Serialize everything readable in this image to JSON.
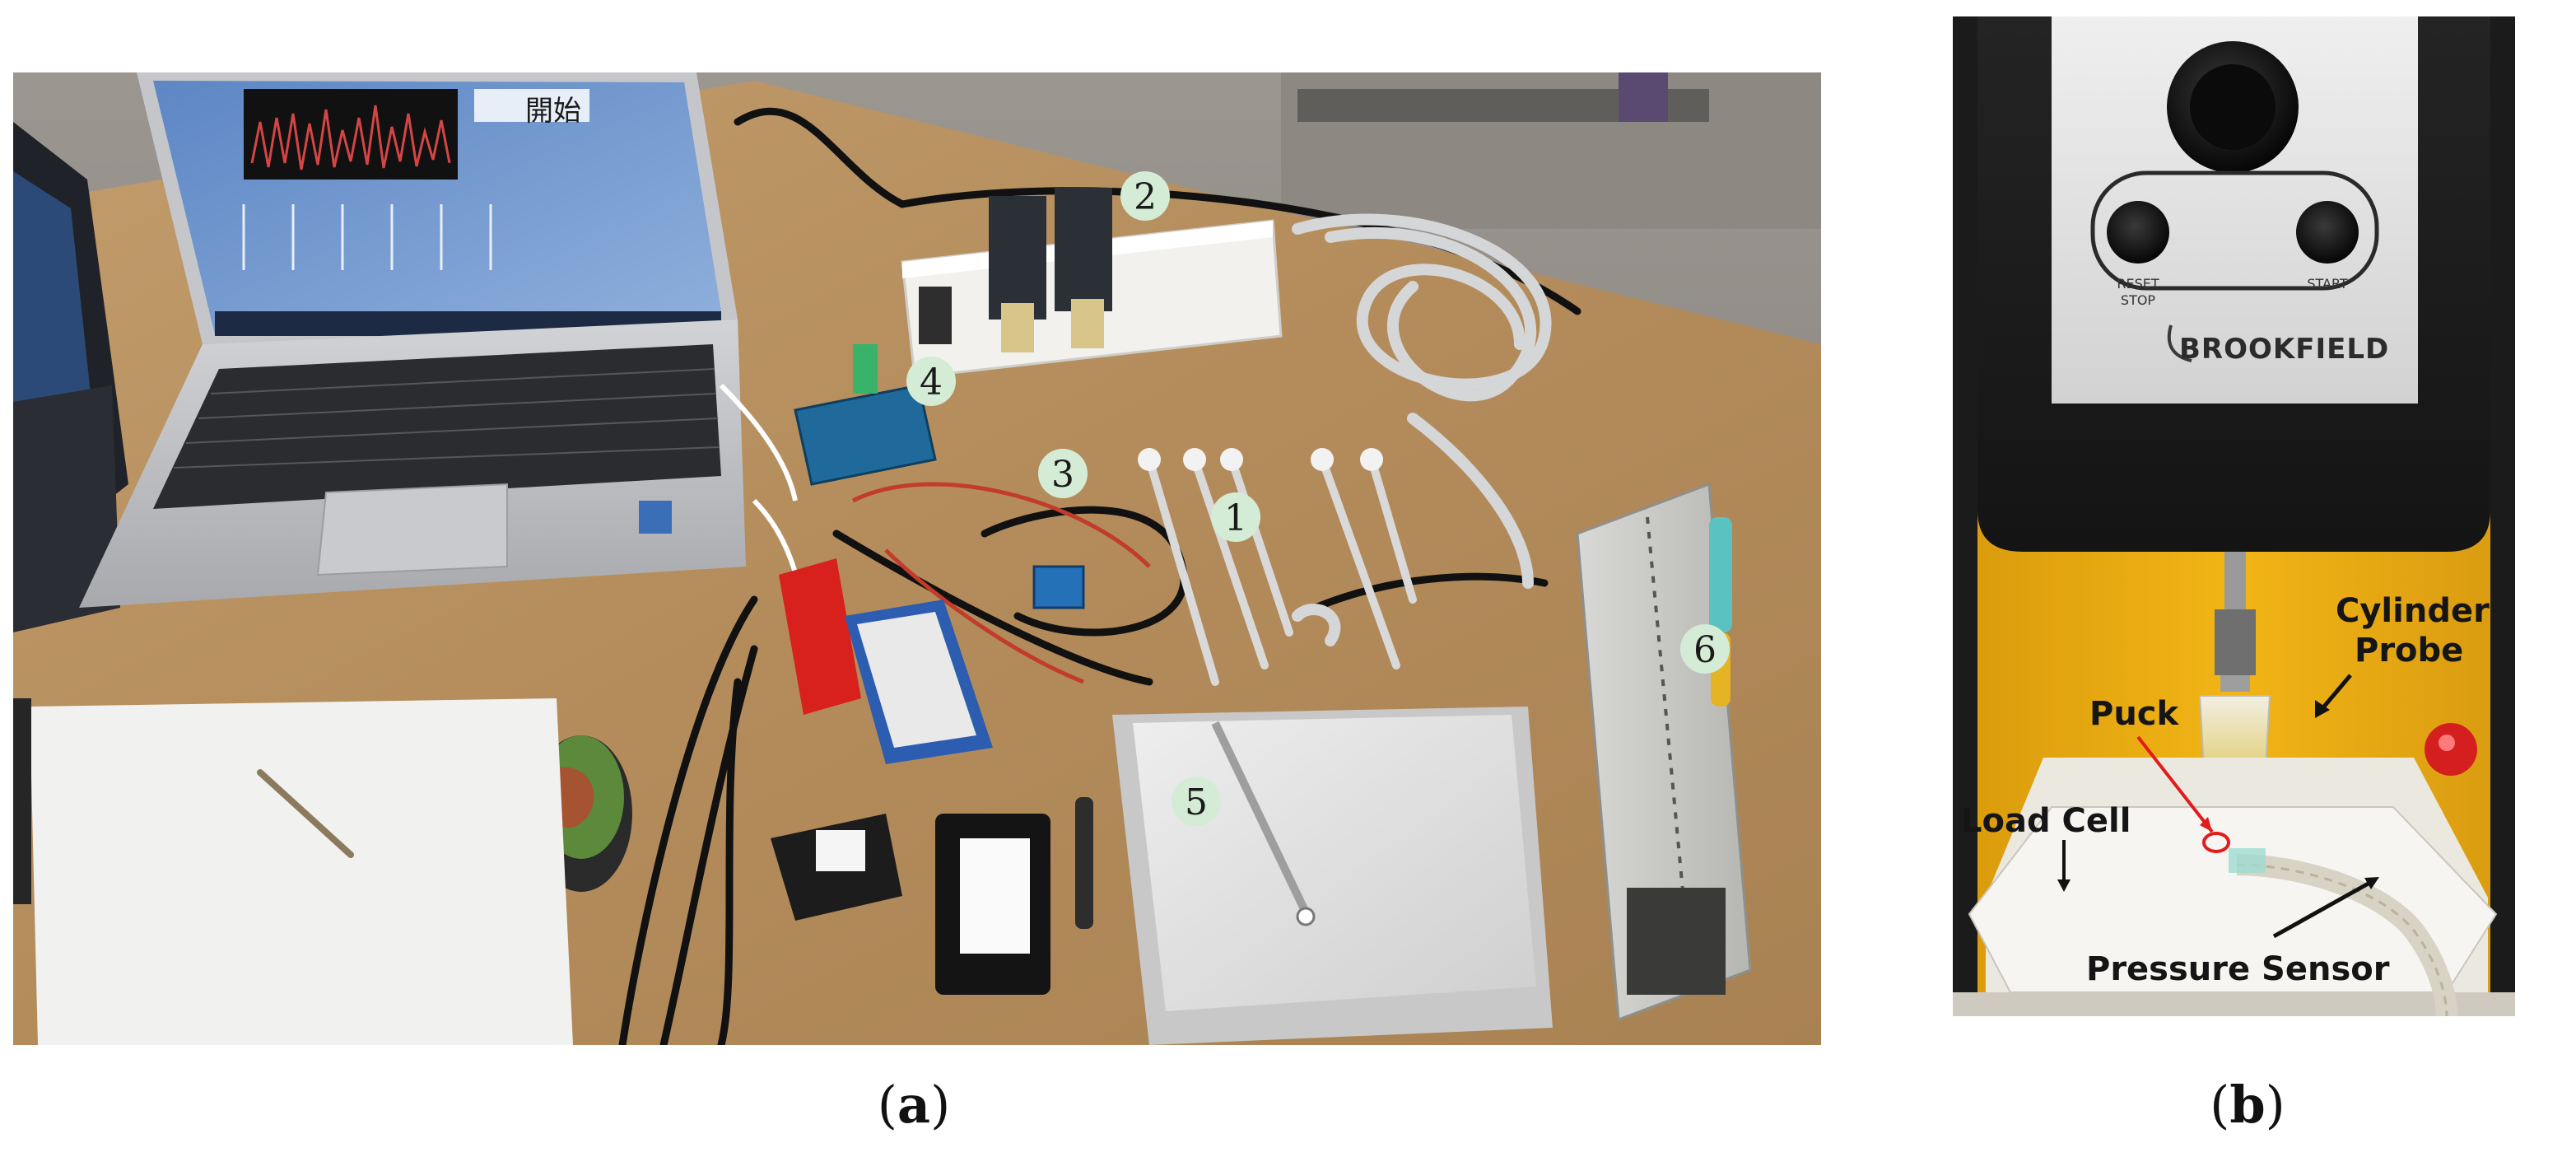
{
  "figure": {
    "panel_a": {
      "caption_open": "(",
      "caption_letter": "a",
      "caption_close": ")",
      "screen_text": "開始",
      "markers": [
        "1",
        "2",
        "3",
        "4",
        "5",
        "6"
      ]
    },
    "panel_b": {
      "caption_open": "(",
      "caption_letter": "b",
      "caption_close": ")",
      "brand": "BROOKFIELD",
      "button_left_line1": "RESET",
      "button_left_line2": "STOP",
      "button_right": "START",
      "labels": {
        "cylinder_line1": "Cylinder",
        "cylinder_line2": "Probe",
        "puck": "Puck",
        "load_cell": "Load Cell",
        "pressure_sensor": "Pressure Sensor"
      }
    }
  },
  "colors": {
    "table": "#b08a5c",
    "marker_fill": "#d4ecd6",
    "machine_yellow": "#f2b515",
    "pointer_red": "#e21b1b"
  }
}
